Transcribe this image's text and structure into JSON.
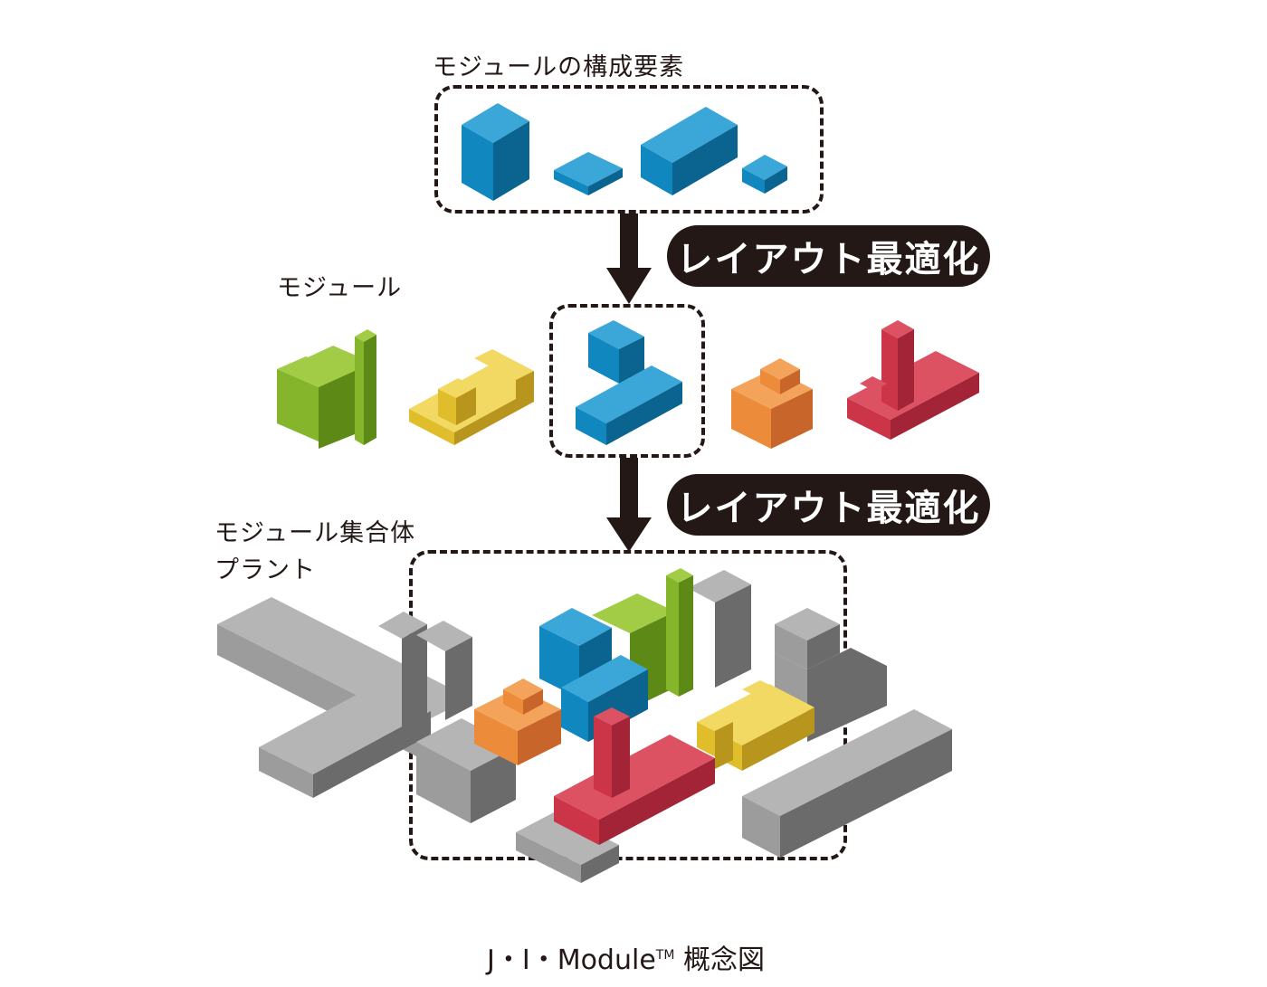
{
  "labels": {
    "components": "モジュールの構成要素",
    "module": "モジュール",
    "assembly": "モジュール集合体",
    "plant": "プラント"
  },
  "steps": {
    "step1": "レイアウト最適化",
    "step2": "レイアウト最適化"
  },
  "caption": {
    "main": "J・I・Module",
    "tm": "TM",
    "suffix": "概念図"
  },
  "colors": {
    "blue": "#1187c0",
    "green": "#84b52a",
    "yellow": "#e8c83a",
    "orange": "#ec8c3a",
    "red": "#cc3548",
    "gray": "#9c9c9c",
    "ink": "#231815"
  }
}
